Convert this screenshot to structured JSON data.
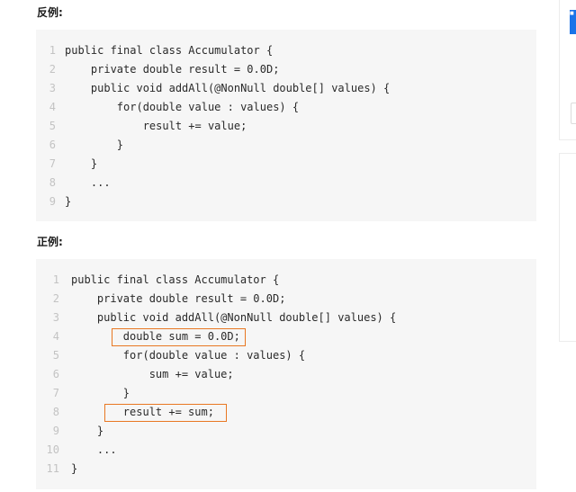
{
  "sections": [
    {
      "id": "counter-example",
      "heading": "反例:",
      "lines": [
        {
          "num": "1",
          "code": "public final class Accumulator {"
        },
        {
          "num": "2",
          "code": "    private double result = 0.0D;"
        },
        {
          "num": "3",
          "code": "    public void addAll(@NonNull double[] values) {"
        },
        {
          "num": "4",
          "code": "        for(double value : values) {"
        },
        {
          "num": "5",
          "code": "            result += value;"
        },
        {
          "num": "6",
          "code": "        }"
        },
        {
          "num": "7",
          "code": "    }"
        },
        {
          "num": "8",
          "code": "    ..."
        },
        {
          "num": "9",
          "code": "}"
        }
      ]
    },
    {
      "id": "correct-example",
      "heading": "正例:",
      "lines": [
        {
          "num": "1",
          "code": "public final class Accumulator {"
        },
        {
          "num": "2",
          "code": "    private double result = 0.0D;"
        },
        {
          "num": "3",
          "code": "    public void addAll(@NonNull double[] values) {"
        },
        {
          "num": "4",
          "code": "        double sum = 0.0D;"
        },
        {
          "num": "5",
          "code": "        for(double value : values) {"
        },
        {
          "num": "6",
          "code": "            sum += value;"
        },
        {
          "num": "7",
          "code": "        }"
        },
        {
          "num": "8",
          "code": "        result += sum;"
        },
        {
          "num": "9",
          "code": "    }"
        },
        {
          "num": "10",
          "code": "    ..."
        },
        {
          "num": "11",
          "code": "}"
        }
      ],
      "highlighted_lines": [
        "4",
        "8"
      ]
    }
  ],
  "colors": {
    "code_background": "#f6f6f6",
    "highlight_border": "#e87722",
    "line_number": "#c3c3c3",
    "side_badge": "#1a73e8"
  }
}
